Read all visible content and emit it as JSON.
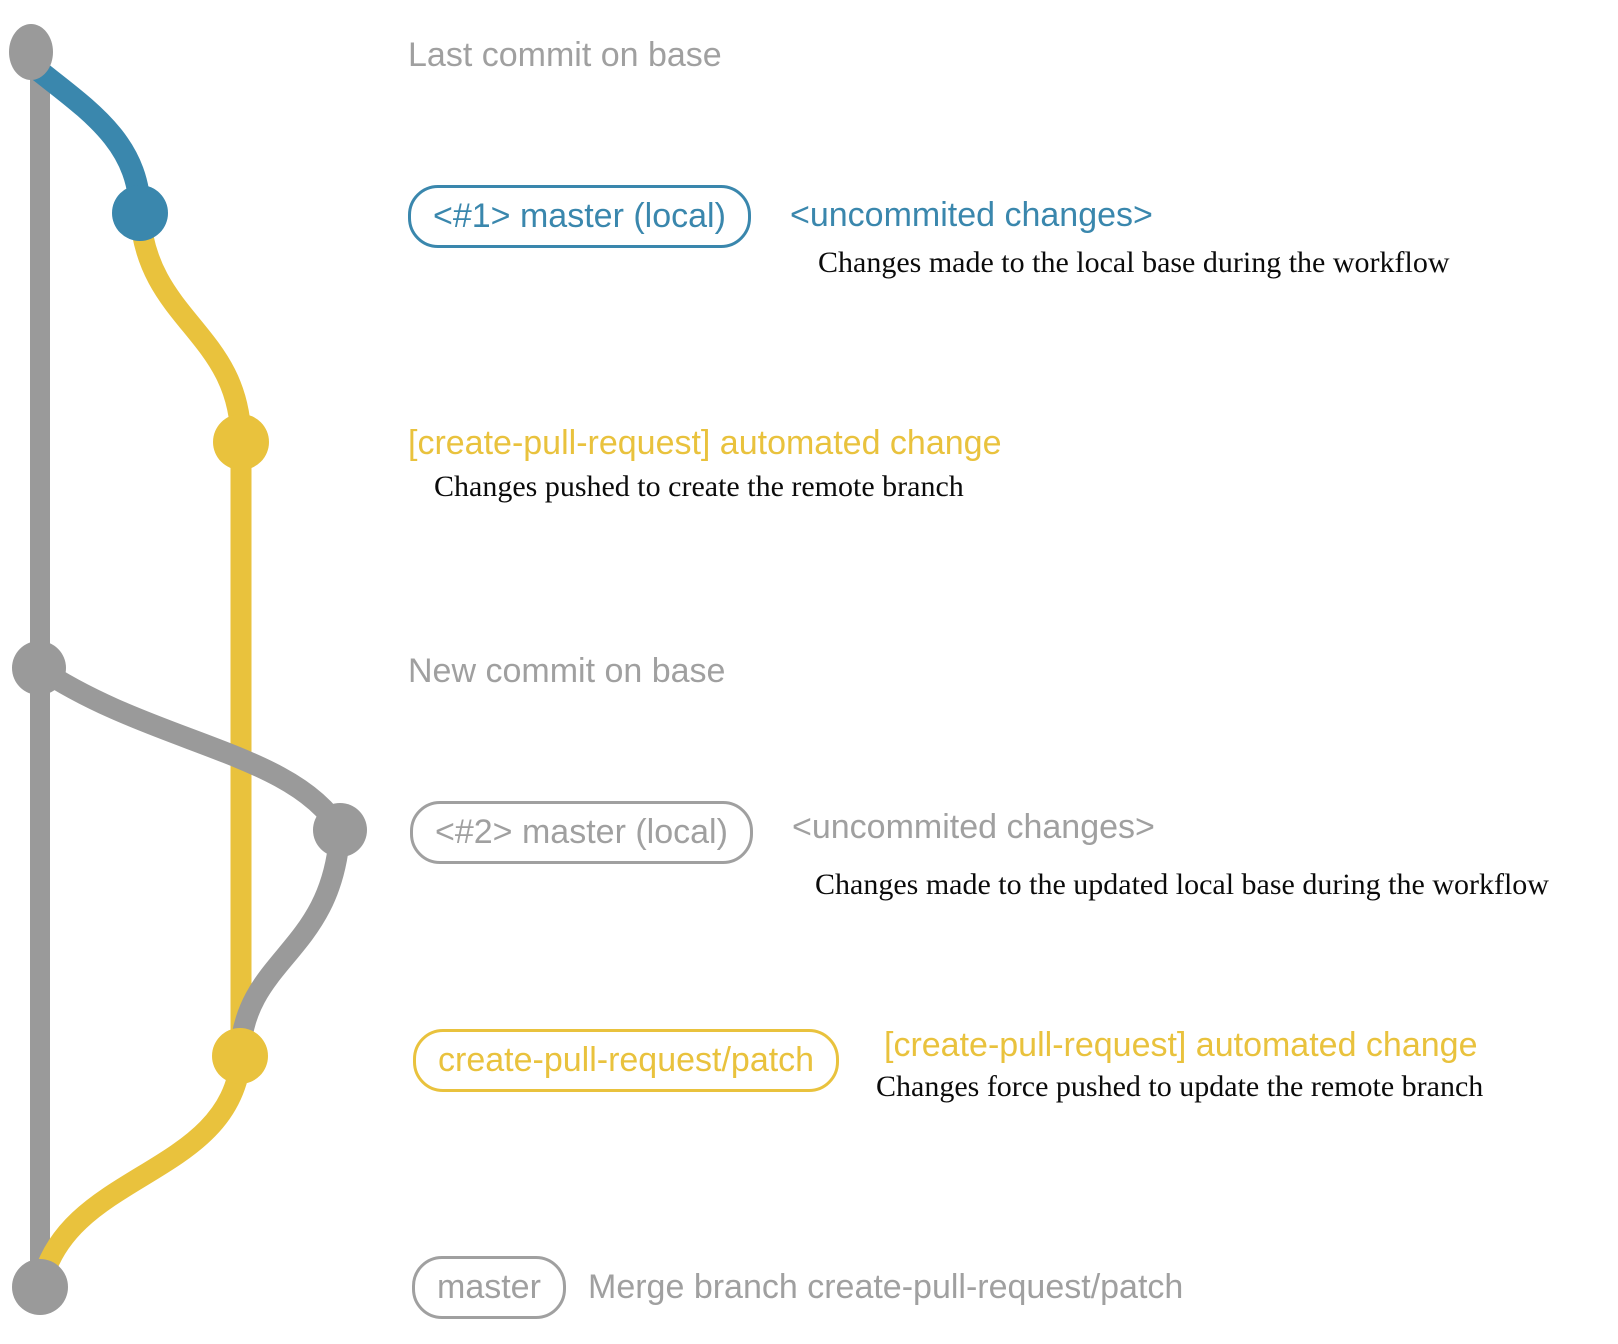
{
  "colors": {
    "blue": "#3a87ad",
    "yellow": "#e9c23d",
    "graph_gray": "#9a9a9a",
    "gray_text": "#a0a0a0",
    "ink": "#0b0b0b",
    "background": "#ffffff"
  },
  "graph": {
    "commits": [
      {
        "id": "last-commit-on-base",
        "branch": "base",
        "color": "graph_gray"
      },
      {
        "id": "uncommitted-changes-1",
        "branch": "master-local-1",
        "color": "blue"
      },
      {
        "id": "automated-change-1",
        "branch": "create-pull-request-patch",
        "color": "yellow"
      },
      {
        "id": "new-commit-on-base",
        "branch": "base",
        "color": "graph_gray"
      },
      {
        "id": "uncommitted-changes-2",
        "branch": "master-local-2",
        "color": "graph_gray"
      },
      {
        "id": "automated-change-2",
        "branch": "create-pull-request-patch",
        "color": "yellow"
      },
      {
        "id": "merge-commit",
        "branch": "base",
        "color": "graph_gray"
      }
    ]
  },
  "annotations": {
    "row1": {
      "label": "Last commit on base"
    },
    "row2": {
      "badge": "<#1> master (local)",
      "title": "<uncommited changes>",
      "description": "Changes made to the local base during the workflow"
    },
    "row3": {
      "title": "[create-pull-request] automated change",
      "description": "Changes pushed to create the remote branch"
    },
    "row4": {
      "label": "New commit on base"
    },
    "row5": {
      "badge": "<#2> master (local)",
      "title": "<uncommited changes>",
      "description": "Changes made to the updated local base during the workflow"
    },
    "row6": {
      "badge": "create-pull-request/patch",
      "title": "[create-pull-request] automated change",
      "description": "Changes force pushed to update the remote branch"
    },
    "row7": {
      "badge": "master",
      "label": "Merge branch create-pull-request/patch"
    }
  }
}
